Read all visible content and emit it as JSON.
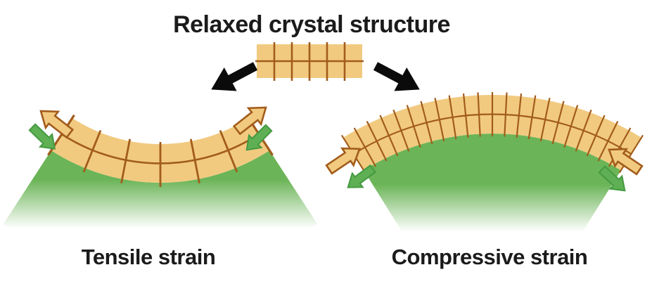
{
  "title": "Relaxed crystal structure",
  "labels": {
    "tensile": "Tensile strain",
    "compressive": "Compressive strain"
  },
  "colors": {
    "background": "#ffffff",
    "text": "#1b1b1b",
    "film-fill": "#F1CA80",
    "film-line": "#A25C1B",
    "substrate-green": "#6BB457",
    "green-arrow-fill": "#5FB054",
    "green-arrow-line": "#459A41",
    "black-arrow": "#0b0b0b"
  },
  "relaxed_crystal": {
    "columns": 6,
    "rows": 2
  },
  "tensile_structure": {
    "film_cells": 6,
    "film_rows": 2,
    "film_arrow_direction": "outward",
    "substrate_arrow_direction": "inward"
  },
  "compressive_structure": {
    "film_cells": 22,
    "film_rows": 2,
    "film_arrow_direction": "inward",
    "substrate_arrow_direction": "outward"
  }
}
